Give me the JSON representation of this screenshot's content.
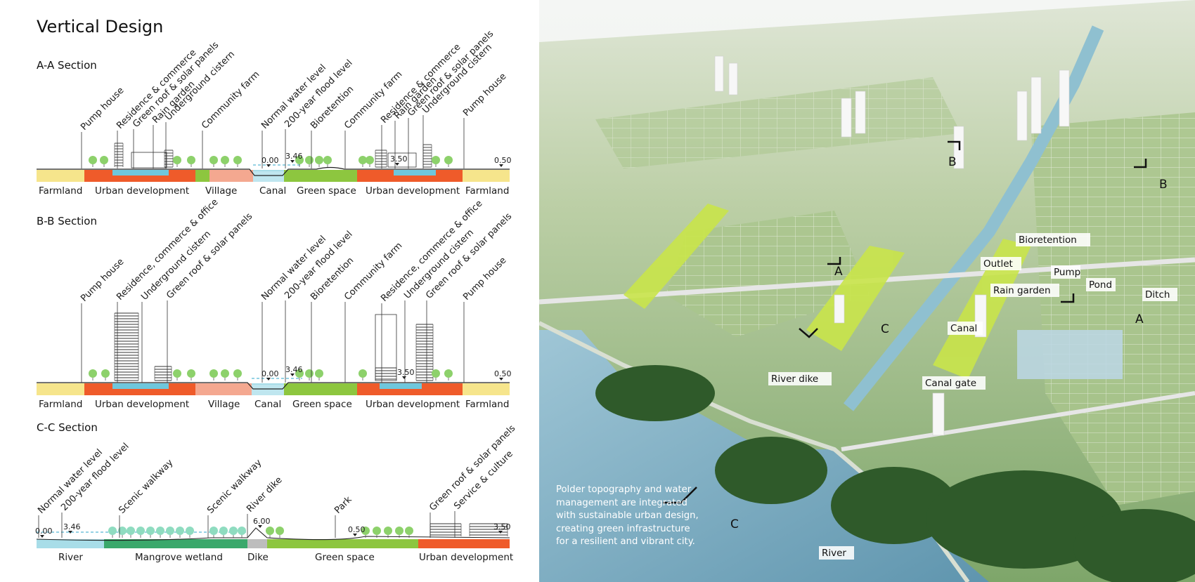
{
  "title": "Vertical Design",
  "sections": [
    {
      "id": "aa",
      "title": "A-A Section",
      "callouts": [
        "Pump house",
        "Residence & commerce",
        "Green roof & solar panels",
        "Rain garden",
        "Underground cistern",
        "Community farm",
        "Normal water level",
        "200-year flood level",
        "Bioretention",
        "Community farm",
        "Residence & commerce",
        "Rain garden",
        "Green roof & solar panels",
        "Underground cistern",
        "Pump house"
      ],
      "elevations": [
        "0.00",
        "3.46",
        "3.50",
        "0.50"
      ],
      "zones": [
        "Farmland",
        "Urban development",
        "Village",
        "Canal",
        "Green space",
        "Urban development",
        "Farmland"
      ]
    },
    {
      "id": "bb",
      "title": "B-B Section",
      "callouts": [
        "Pump house",
        "Residence, commerce & office",
        "Underground cistern",
        "Green roof & solar panels",
        "Normal water level",
        "200-year flood level",
        "Bioretention",
        "Community farm",
        "Residence, commerce & office",
        "Underground cistern",
        "Green roof & solar panels",
        "Pump house"
      ],
      "elevations": [
        "0.00",
        "3.46",
        "3.50",
        "0.50"
      ],
      "zones": [
        "Farmland",
        "Urban development",
        "Village",
        "Canal",
        "Green space",
        "Urban development",
        "Farmland"
      ]
    },
    {
      "id": "cc",
      "title": "C-C Section",
      "callouts": [
        "Normal water level",
        "200-year flood level",
        "Scenic walkway",
        "Scenic walkway",
        "River dike",
        "Park",
        "Green roof & solar panels",
        "Service & culture"
      ],
      "elevations": [
        "0.00",
        "3.46",
        "6.00",
        "0.50",
        "3.50"
      ],
      "zones": [
        "River",
        "Mangrove wetland",
        "Dike",
        "Green space",
        "Urban development"
      ]
    }
  ],
  "map": {
    "labels": [
      "B",
      "B",
      "Bioretention",
      "Outlet",
      "Pump",
      "Pond",
      "Ditch",
      "A",
      "A",
      "Rain garden",
      "C",
      "Canal",
      "River dike",
      "Canal gate",
      "C",
      "River"
    ],
    "caption": "Polder topography and water management are integrated with sustainable urban design, creating green infrastructure for a resilient and vibrant city."
  },
  "colors": {
    "farmland": "#f6e58c",
    "urban": "#ef5b2a",
    "village": "#f4a890",
    "green_space": "#8dc63f",
    "water": "#a8dde8",
    "mangrove": "#3aa86b",
    "dike": "#bdbdbd",
    "tree": "#8dd16b",
    "mangrove_tree": "#8fdcc0"
  }
}
